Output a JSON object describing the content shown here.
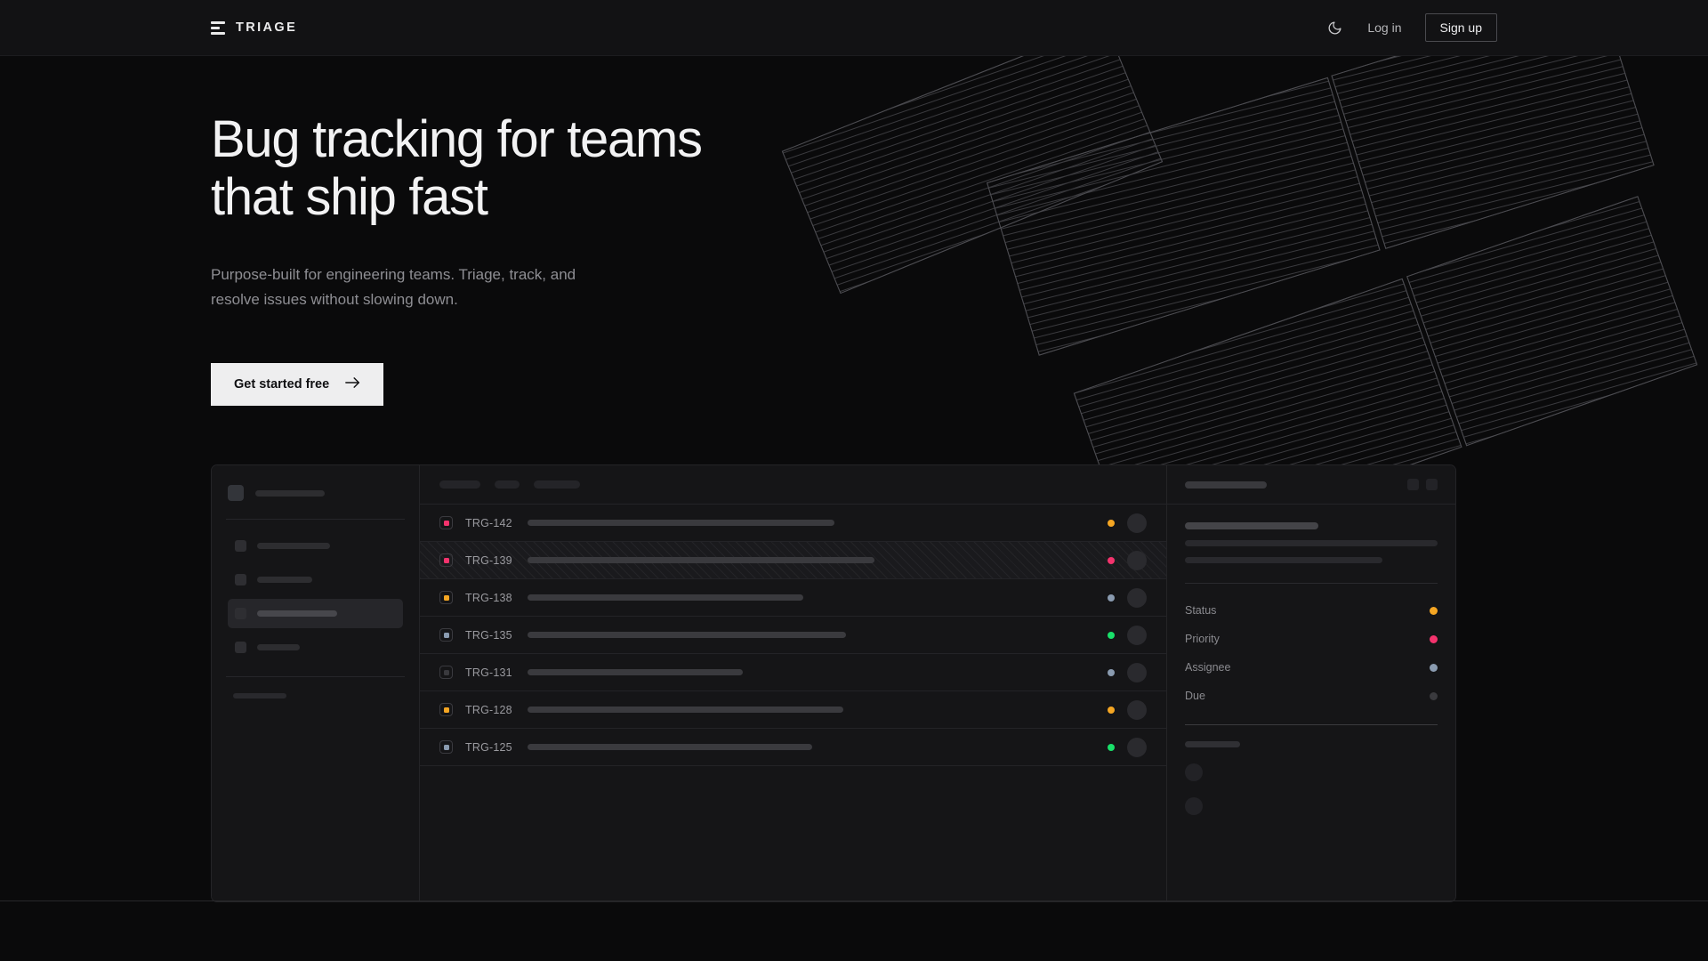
{
  "brand": {
    "name": "TRIAGE",
    "mark_icon": "triage-logo-icon"
  },
  "nav": {
    "theme_toggle_icon": "moon-icon",
    "login_label": "Log in",
    "signup_label": "Sign up"
  },
  "hero": {
    "headline": "Bug tracking for teams\nthat ship fast",
    "subhead": "Purpose-built for engineering teams. Triage, track, and\nresolve issues without slowing down.",
    "cta_label": "Get started free",
    "cta_icon": "arrow-right-icon"
  },
  "colors": {
    "page_bg": "#0a0a0b",
    "nav_bg": "#121214",
    "panel_bg": "#151517",
    "border": "#242427",
    "cta_bg": "#eeeeef",
    "status_orange": "#f5a623",
    "status_pink": "#f4336d",
    "status_green": "#19e06a",
    "status_slate": "#8a9bb0",
    "status_muted": "#3a3a3e"
  },
  "mockup": {
    "sidebar": {
      "workspace_selected": true,
      "nav_items": [
        {
          "label_width": 78,
          "active": false
        },
        {
          "label_width": 60,
          "active": false
        },
        {
          "label_width": 88,
          "active": true
        },
        {
          "label_width": 48,
          "active": false
        }
      ],
      "section_dots": 3
    },
    "list": {
      "toolbar_pills": [
        46,
        28,
        52
      ],
      "columns": [
        "severity",
        "ticket",
        "title",
        "status",
        "assignee"
      ],
      "rows": [
        {
          "ticket": "TRG-142",
          "severity": "pink",
          "title_width": 345,
          "status": "orange",
          "selected": false
        },
        {
          "ticket": "TRG-139",
          "severity": "pink",
          "title_width": 390,
          "status": "pink",
          "selected": true
        },
        {
          "ticket": "TRG-138",
          "severity": "orange",
          "title_width": 310,
          "status": "slate",
          "selected": false
        },
        {
          "ticket": "TRG-135",
          "severity": "slate",
          "title_width": 358,
          "status": "green",
          "selected": false
        },
        {
          "ticket": "TRG-131",
          "severity": "muted",
          "title_width": 242,
          "status": "slate",
          "selected": false
        },
        {
          "ticket": "TRG-128",
          "severity": "orange",
          "title_width": 355,
          "status": "orange",
          "selected": false
        },
        {
          "ticket": "TRG-125",
          "severity": "slate",
          "title_width": 320,
          "status": "green",
          "selected": false
        }
      ]
    },
    "detail": {
      "header_actions": 2,
      "meta": [
        {
          "label": "Status",
          "dot": "orange"
        },
        {
          "label": "Priority",
          "dot": "pink"
        },
        {
          "label": "Assignee",
          "dot": "slate"
        },
        {
          "label": "Due",
          "dot": "muted"
        }
      ],
      "comment_avatars": 2
    }
  }
}
